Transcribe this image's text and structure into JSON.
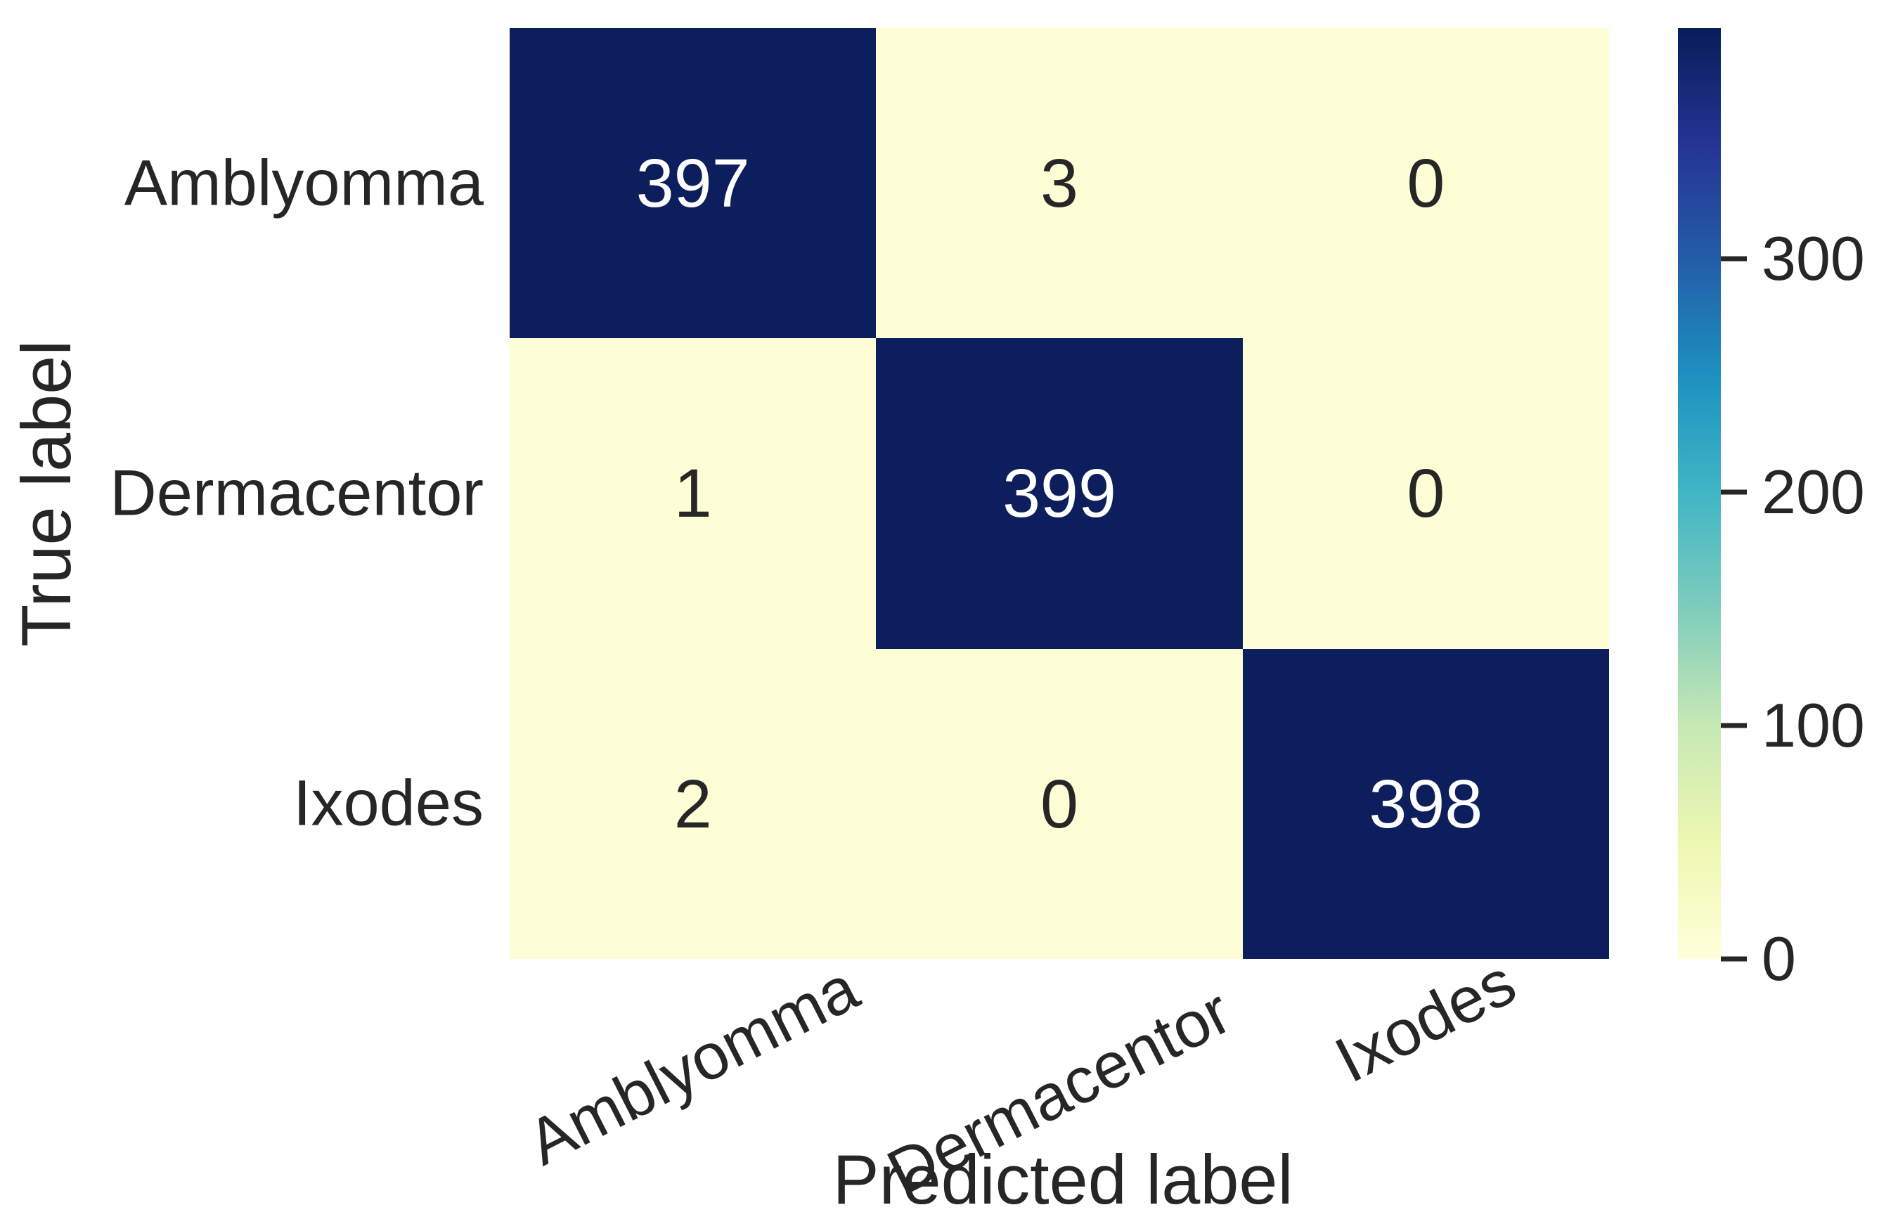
{
  "chart_data": {
    "type": "heatmap",
    "subtype": "confusion-matrix",
    "title": "",
    "xlabel": "Predicted label",
    "ylabel": "True label",
    "categories": [
      "Amblyomma",
      "Dermacentor",
      "Ixodes"
    ],
    "x_tick_labels": [
      "Amblyomma",
      "Dermacentor",
      "Ixodes"
    ],
    "y_tick_labels": [
      "Amblyomma",
      "Dermacentor",
      "Ixodes"
    ],
    "matrix": [
      [
        397,
        3,
        0
      ],
      [
        1,
        399,
        0
      ],
      [
        2,
        0,
        398
      ]
    ],
    "grid": false,
    "legend_position": "colorbar-right",
    "colorbar": {
      "vmin": 0,
      "vmax": 399,
      "tick_labels": [
        "0",
        "100",
        "200",
        "300"
      ],
      "tick_values": [
        0,
        100,
        200,
        300
      ],
      "colormap": "YlGnBu",
      "gradient_stops_bottom_to_top": [
        "#ffffd9",
        "#edf8b1",
        "#c7e9b4",
        "#7fcdbb",
        "#41b6c4",
        "#1d91c0",
        "#225ea8",
        "#253494",
        "#081d58"
      ]
    },
    "colors": {
      "high_cell": "#0c1f5c",
      "low_cell": "#fdfdd6",
      "annot_text_on_dark": "#ffffff",
      "annot_text_on_light": "#262626",
      "tick_text": "#262626"
    }
  }
}
